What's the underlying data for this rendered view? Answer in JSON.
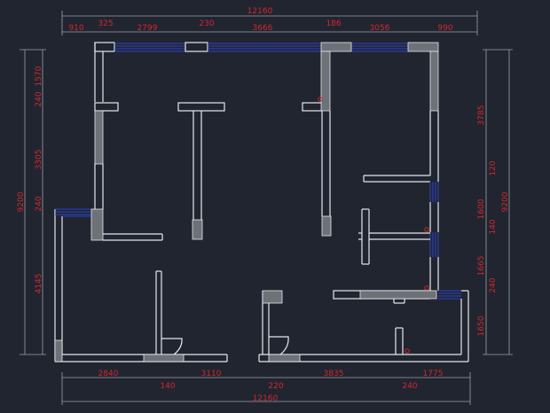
{
  "top_dims": {
    "overall": "12160",
    "segments": [
      "910",
      "325",
      "2799",
      "230",
      "3666",
      "186",
      "3056",
      "990"
    ]
  },
  "bottom_dims": {
    "overall": "12160",
    "segments": [
      "2840",
      "3110",
      "3835",
      "1775"
    ],
    "sub": [
      "140",
      "220",
      "240"
    ]
  },
  "left_dims": {
    "overall": "9200",
    "segments": [
      "1570",
      "240",
      "3305",
      "240",
      "4145"
    ]
  },
  "right_dims": {
    "overall": "9200",
    "segments": [
      "3785",
      "120",
      "1600",
      "140",
      "1665",
      "240",
      "1650"
    ]
  },
  "colors": {
    "background": "#212530",
    "wall": "#e6e8ec",
    "column": "#6d7178",
    "window": "#2a44c8",
    "dimension_text": "#d3272b"
  }
}
